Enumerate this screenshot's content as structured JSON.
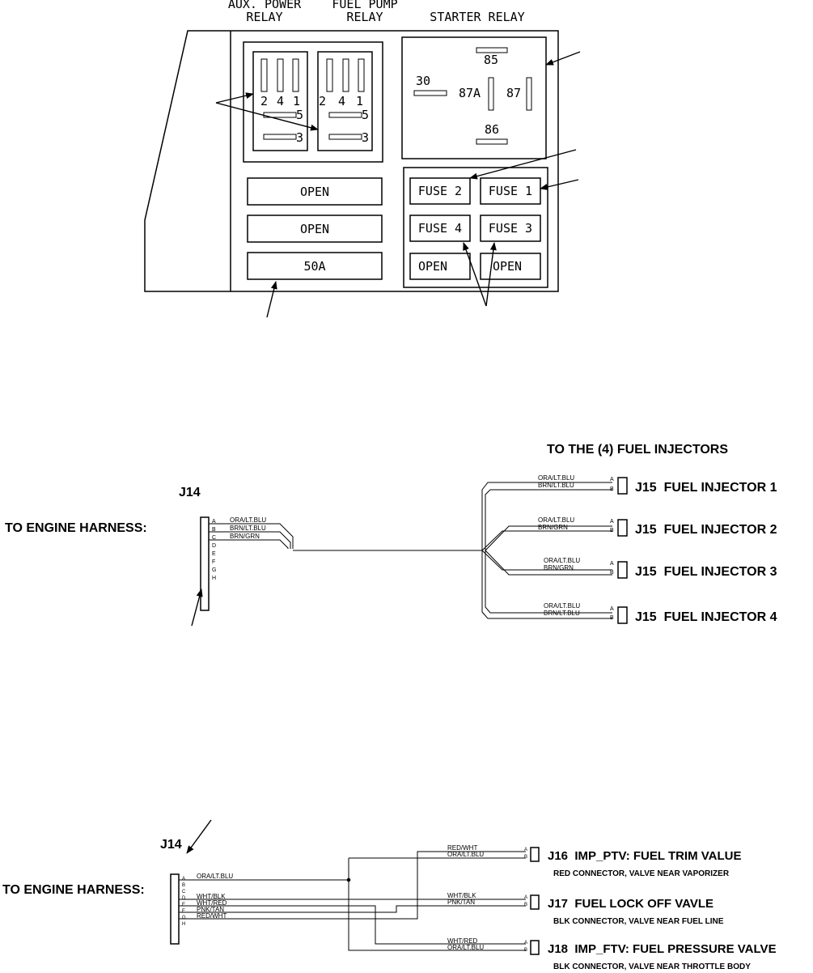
{
  "relay_panel": {
    "headers": {
      "aux_power": [
        "AUX. POWER",
        "RELAY"
      ],
      "fuel_pump": [
        "FUEL PUMP",
        "RELAY"
      ],
      "starter": "STARTER RELAY"
    },
    "relay_pins": {
      "p2": "2",
      "p4": "4",
      "p1": "1",
      "p5": "5",
      "p3": "3"
    },
    "starter_pins": {
      "p85": "85",
      "p30": "30",
      "p87a": "87A",
      "p87": "87",
      "p86": "86"
    },
    "left_slots": [
      "OPEN",
      "OPEN",
      "50A"
    ],
    "fuses": {
      "fuse2": "FUSE 2",
      "fuse1": "FUSE 1",
      "fuse4": "FUSE 4",
      "fuse3": "FUSE 3",
      "open_left": "OPEN",
      "open_right": "OPEN"
    }
  },
  "injector_harness": {
    "left_title": "TO ENGINE HARNESS:",
    "connector": "J14",
    "pins": [
      "A",
      "B",
      "C",
      "D",
      "E",
      "F",
      "G",
      "H"
    ],
    "wires": [
      "ORA/LT.BLU",
      "BRN/LT.BLU",
      "BRN/GRN"
    ],
    "heading": "TO THE (4) FUEL INJECTORS",
    "injectors": [
      {
        "label": "J15  FUEL INJECTOR 1",
        "wire_a": "ORA/LT.BLU",
        "wire_b": "BRN/LT.BLU"
      },
      {
        "label": "J15  FUEL INJECTOR 2",
        "wire_a": "ORA/LT.BLU",
        "wire_b": "BRN/GRN"
      },
      {
        "label": "J15  FUEL INJECTOR 3",
        "wire_a": "ORA/LT.BLU",
        "wire_b": "BRN/GRN"
      },
      {
        "label": "J15  FUEL INJECTOR 4",
        "wire_a": "ORA/LT.BLU",
        "wire_b": "BRN/LT.BLU"
      }
    ],
    "pin_a": "A",
    "pin_b": "B"
  },
  "valve_harness": {
    "left_title": "TO ENGINE HARNESS:",
    "connector": "J14",
    "pins": [
      "A",
      "B",
      "C",
      "D",
      "E",
      "F",
      "G",
      "H"
    ],
    "wires": {
      "a": "ORA/LT.BLU",
      "d": "WHT/BLK",
      "e": "WHT/RED",
      "f": "PNK/TAN",
      "g": "RED/WHT"
    },
    "valves": [
      {
        "label": "J16  IMP_PTV: FUEL TRIM VALUE",
        "note": "RED CONNECTOR, VALVE NEAR VAPORIZER",
        "wire_a": "RED/WHT",
        "wire_b": "ORA/LT.BLU"
      },
      {
        "label": "J17  FUEL LOCK OFF VAVLE",
        "note": "BLK CONNECTOR, VALVE NEAR FUEL LINE",
        "wire_a": "WHT/BLK",
        "wire_b": "PNK/TAN"
      },
      {
        "label": "J18  IMP_FTV: FUEL PRESSURE VALVE",
        "note": "BLK CONNECTOR, VALVE NEAR THROTTLE BODY",
        "wire_a": "WHT/RED",
        "wire_b": "ORA/LT.BLU"
      }
    ],
    "pin_a": "A",
    "pin_b": "B"
  }
}
